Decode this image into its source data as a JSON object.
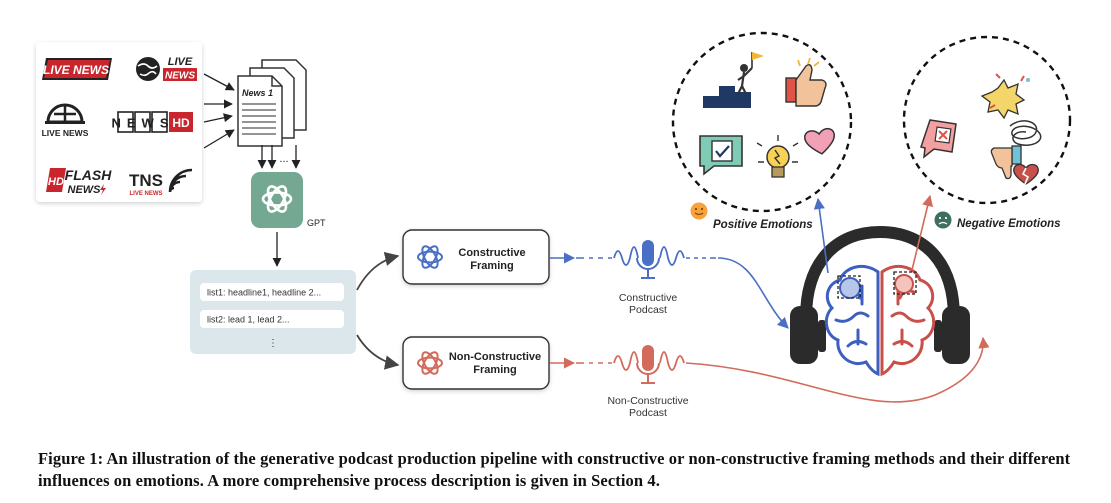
{
  "news_logos": {
    "live_news_1": "LIVE NEWS",
    "live_news_2a": "LIVE",
    "live_news_2b": "NEWS",
    "live_news_3": "LIVE NEWS",
    "news_hd_a": "NEWS",
    "news_hd_b": "HD",
    "hd_flash_a": "HD",
    "hd_flash_b": "FLASH",
    "hd_flash_c": "NEWS",
    "tns_a": "TNS",
    "tns_b": "LIVE NEWS"
  },
  "document_label": "News 1",
  "ellipsis": "...",
  "gpt_label": "GPT",
  "list_card": {
    "item1": "list1: headline1, headline 2...",
    "item2": "list2: lead 1, lead 2...",
    "more": "⋮"
  },
  "framing": {
    "constructive_line1": "Constructive",
    "constructive_line2": "Framing",
    "nonconstructive_line1": "Non-Constructive",
    "nonconstructive_line2": "Framing"
  },
  "podcast": {
    "constructive_line1": "Constructive",
    "constructive_line2": "Podcast",
    "nonconstructive_line1": "Non-Constructive",
    "nonconstructive_line2": "Podcast"
  },
  "emotions": {
    "positive": "Positive Emotions",
    "negative": "Negative Emotions"
  },
  "colors": {
    "constructive": "#4A6FC4",
    "nonconstructive": "#D26B5A",
    "gpt_green": "#74A892",
    "brain_blue": "#3D5FC0",
    "brain_red": "#C8504A",
    "list_bg": "#DCE7EC"
  },
  "caption": "Figure 1: An illustration of the generative podcast production pipeline with constructive or non-constructive framing methods and their different influences on emotions. A more comprehensive process description is given in Section 4."
}
